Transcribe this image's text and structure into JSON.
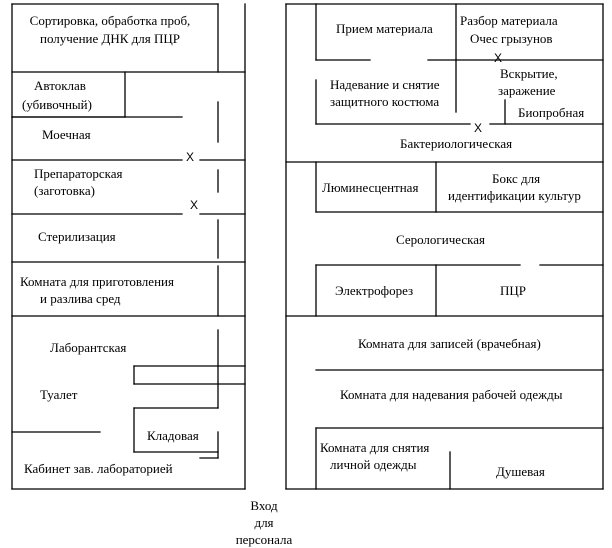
{
  "left_rooms": {
    "sorting": [
      "Сортировка, обработка проб,",
      "получение ДНК для ПЦР"
    ],
    "autoclave": [
      "Автоклав",
      "(убивочный)"
    ],
    "washroom": "Моечная",
    "preparation": [
      "Препараторская",
      "(заготовка)"
    ],
    "sterilization": "Стерилизация",
    "media_room": [
      "Комната для приготовления",
      "и разлива сред"
    ],
    "lab_assistant": "Лаборантская",
    "toilet": "Туалет",
    "storeroom": "Кладовая",
    "head_office": "Кабинет зав. лабораторией"
  },
  "right_rooms": {
    "material_intake": "Прием материала",
    "material_sorting": [
      "Разбор материала",
      "Очес грызунов"
    ],
    "suit_room": [
      "Надевание и снятие",
      "защитного костюма"
    ],
    "autopsy": [
      "Вскрытие,",
      "заражение"
    ],
    "bioassay": "Биопробная",
    "bacteriology": "Бактериологическая",
    "luminescent": "Люминесцентная",
    "culture_box": [
      "Бокс для",
      "идентификации культур"
    ],
    "serology": "Серологическая",
    "electrophoresis": "Электрофорез",
    "pcr": "ПЦР",
    "records_room": "Комната для записей (врачебная)",
    "dressing_room": "Комната для надевания рабочей одежды",
    "undressing_room": [
      "Комната для снятия",
      "личной одежды"
    ],
    "shower": "Душевая"
  },
  "door_marks": {
    "symbol": "X"
  },
  "entrance": [
    "Вход",
    "для",
    "персонала"
  ]
}
